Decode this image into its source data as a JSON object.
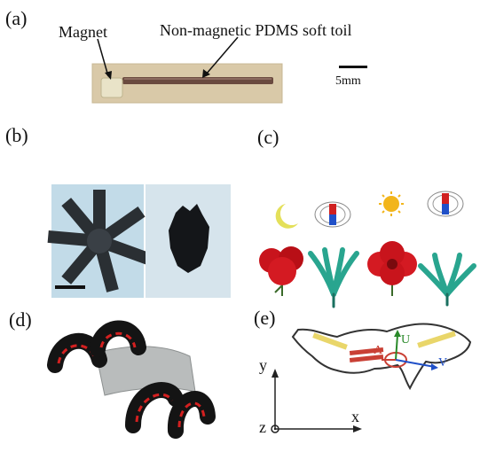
{
  "panels": {
    "a": {
      "label": "(a)",
      "magnet_label": "Magnet",
      "toil_label": "Non-magnetic PDMS soft toil",
      "scale_label": "5mm"
    },
    "b": {
      "label": "(b)"
    },
    "c": {
      "label": "(c)"
    },
    "d": {
      "label": "(d)"
    },
    "e": {
      "label": "(e)",
      "axis_y": "y",
      "axis_x": "x",
      "axis_z": "z",
      "vector_u": "U",
      "vector_a": "A",
      "vector_v": "V"
    }
  },
  "colors": {
    "photo_bg": "#d9c7a4",
    "toil": "#6a4a3f",
    "flower_red": "#c8141c",
    "petal_teal": "#29a58f",
    "sun": "#f2b51b",
    "moon": "#e4e05a",
    "robot_dark": "#1a1a1a",
    "arrow_red": "#d42020",
    "fish_yellow": "#e9d66a",
    "fish_red": "#c94035"
  }
}
